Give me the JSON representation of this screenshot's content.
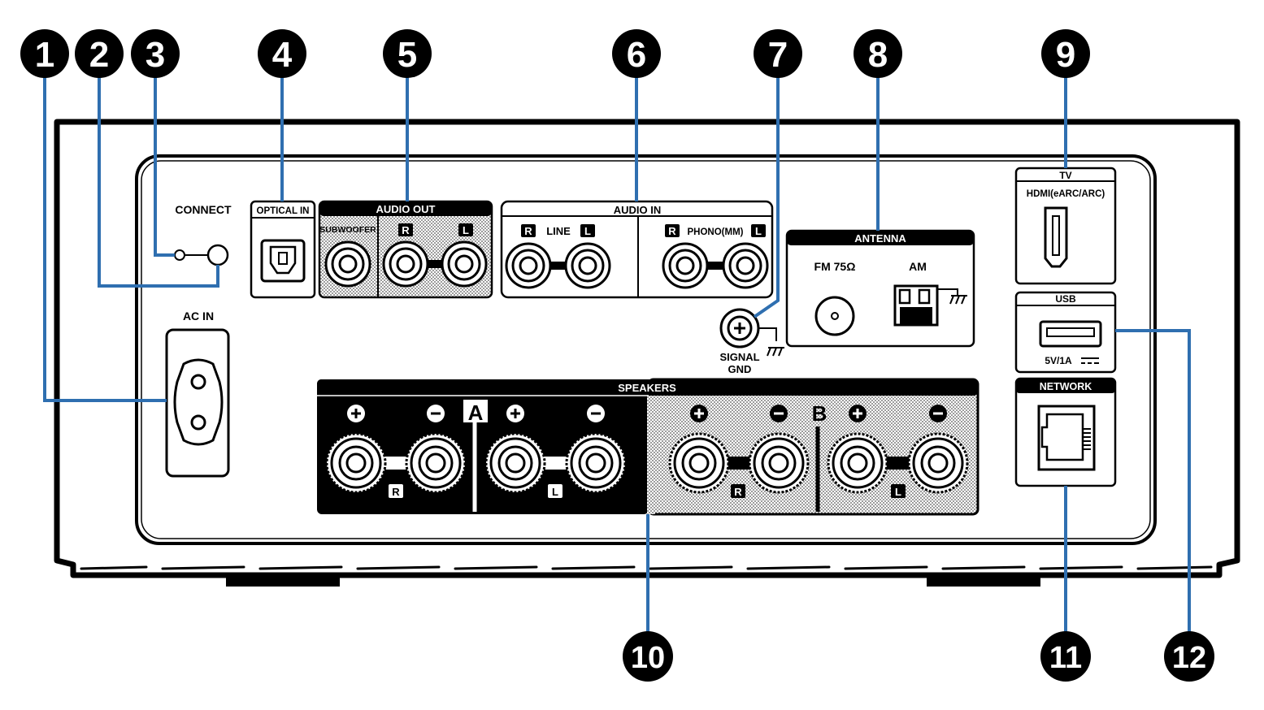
{
  "callouts": [
    "1",
    "2",
    "3",
    "4",
    "5",
    "6",
    "7",
    "8",
    "9",
    "10",
    "11",
    "12"
  ],
  "labels": {
    "connect": "CONNECT",
    "ac_in": "AC IN",
    "optical_in": "OPTICAL IN",
    "audio_out": "AUDIO OUT",
    "subwoofer": "SUBWOOFER",
    "audio_in": "AUDIO IN",
    "line": "LINE",
    "phono": "PHONO(MM)",
    "r": "R",
    "l": "L",
    "signal": "SIGNAL",
    "gnd": "GND",
    "antenna": "ANTENNA",
    "fm": "FM 75Ω",
    "am": "AM",
    "tv": "TV",
    "hdmi": "HDMI(eARC/ARC)",
    "usb": "USB",
    "usb_power": "5V/1A",
    "network": "NETWORK",
    "speakers": "SPEAKERS",
    "zone_a": "A",
    "zone_b": "B"
  },
  "colors": {
    "leader": "#2f6fb0",
    "callout_fill": "#000000",
    "panel_stroke": "#000000"
  }
}
